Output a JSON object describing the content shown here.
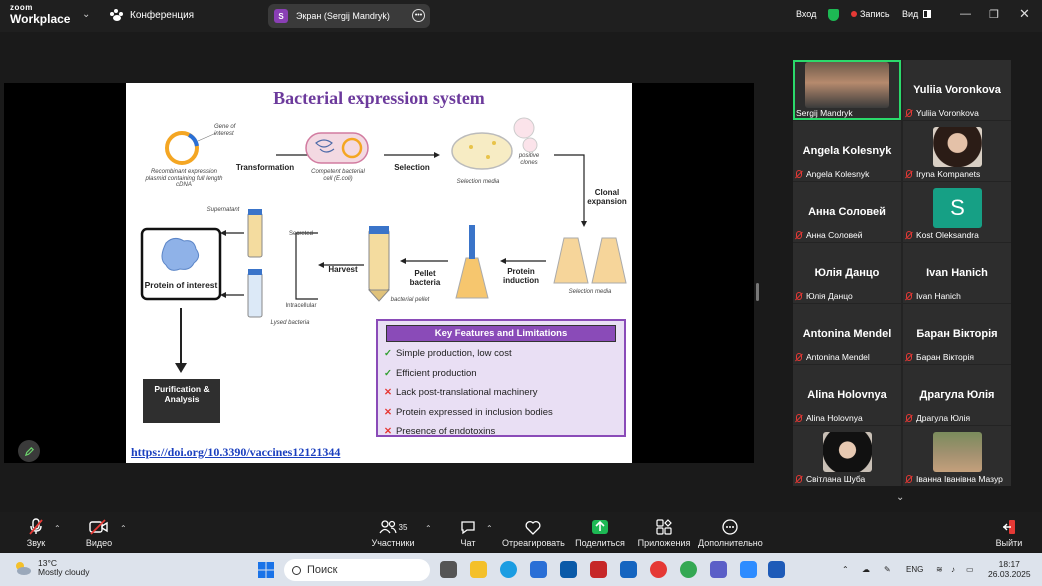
{
  "titlebar": {
    "logo_top": "zoom",
    "logo_bottom": "Workplace",
    "meeting_label": "Конференция",
    "screen_badge": "S",
    "screen_share_label": "Экран (Sergij Mandryk)",
    "signin": "Вход",
    "record": "Запись",
    "view": "Вид"
  },
  "slide": {
    "title": "Bacterial expression system",
    "labels": {
      "gene": "Gene of interest",
      "plasmid": "Recombinant expression plasmid containing full length cDNA",
      "transformation": "Transformation",
      "competent": "Competent bacterial cell (E.coli)",
      "selection": "Selection",
      "selection_media": "Selection media",
      "positive": "positive clones",
      "clonal": "Clonal expansion",
      "supernatant": "Supernatant",
      "secreted": "Secreted",
      "protein": "Protein of interest",
      "harvest": "Harvest",
      "pellet": "Pellet bacteria",
      "bacterial_pellet": "bacterial pellet",
      "protein_induction": "Protein induction",
      "selection_media2": "Selection media",
      "intracellular": "Intracellular",
      "lysed": "Lysed bacteria",
      "purification": "Purification & Analysis"
    },
    "features_title": "Key Features and Limitations",
    "features": [
      {
        "mark": "✓",
        "ok": true,
        "text": "Simple production, low cost"
      },
      {
        "mark": "✓",
        "ok": true,
        "text": "Efficient production"
      },
      {
        "mark": "✕",
        "ok": false,
        "text": "Lack post-translational machinery"
      },
      {
        "mark": "✕",
        "ok": false,
        "text": "Protein expressed in inclusion bodies"
      },
      {
        "mark": "✕",
        "ok": false,
        "text": "Presence of endotoxins"
      }
    ],
    "doi": "https://doi.org/10.3390/vaccines12121344"
  },
  "participants": [
    {
      "display": "",
      "label": "Sergij Mandryk",
      "muted": false,
      "photo": "male",
      "active": true
    },
    {
      "display": "Yuliia Voronkova",
      "label": "Yuliia Voronkova",
      "muted": true
    },
    {
      "display": "Angela Kolesnyk",
      "label": "Angela Kolesnyk",
      "muted": true
    },
    {
      "display": "",
      "label": "Iryna Kompanets",
      "muted": true,
      "photo": "female"
    },
    {
      "display": "Анна Соловей",
      "label": "Анна Соловей",
      "muted": true
    },
    {
      "display": "",
      "label": "Kost Oleksandra",
      "muted": true,
      "avatar": "S"
    },
    {
      "display": "Юлія Данцо",
      "label": "Юлія Данцо",
      "muted": true
    },
    {
      "display": "Ivan Hanich",
      "label": "Ivan Hanich",
      "muted": true
    },
    {
      "display": "Antonina Mendel",
      "label": "Antonina Mendel",
      "muted": true
    },
    {
      "display": "Баран Вікторія",
      "label": "Баран Вікторія",
      "muted": true
    },
    {
      "display": "Alina Holovnya",
      "label": "Alina Holovnya",
      "muted": true
    },
    {
      "display": "Драгула Юлія",
      "label": "Драгула Юлія",
      "muted": true
    },
    {
      "display": "",
      "label": "Світлана Шуба",
      "muted": true,
      "photo": "female2"
    },
    {
      "display": "",
      "label": "Іванна Іванівна Мазур",
      "muted": true,
      "photo": "outdoor"
    }
  ],
  "toolbar": {
    "audio": "Звук",
    "video": "Видео",
    "participants": "Участники",
    "participants_count": "35",
    "chat": "Чат",
    "react": "Отреагировать",
    "share": "Поделиться",
    "apps": "Приложения",
    "more": "Дополнительно",
    "leave": "Выйти"
  },
  "taskbar": {
    "temp": "13°C",
    "weather": "Mostly cloudy",
    "search": "Поиск",
    "lang": "ENG",
    "time": "18:17",
    "date": "26.03.2025"
  },
  "colors": {
    "accent_green": "#2bd96b",
    "slide_purple": "#6c3a9c",
    "feature_border": "#8a4bb8",
    "muted_red": "#e53935"
  }
}
